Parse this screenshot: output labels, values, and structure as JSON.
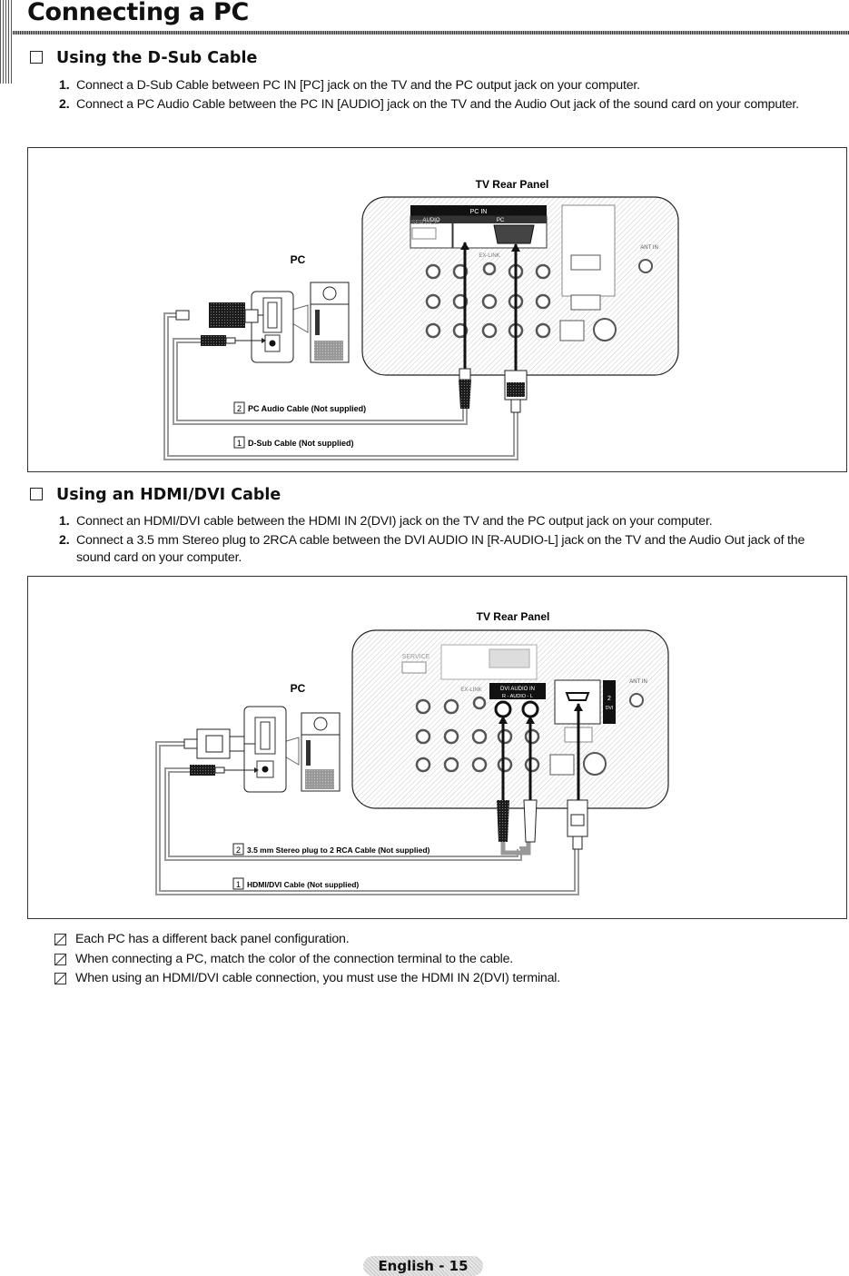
{
  "page": {
    "title": "Connecting a PC",
    "footer": "English - 15"
  },
  "sections": [
    {
      "heading": "Using the D-Sub Cable",
      "steps": [
        {
          "num": "1.",
          "text": "Connect a D-Sub Cable between PC IN [PC] jack on the TV and the PC output jack on your computer."
        },
        {
          "num": "2.",
          "text": "Connect a PC Audio Cable between the PC IN [AUDIO] jack on the TV and the Audio Out jack of the sound card on your computer."
        }
      ],
      "diagram": {
        "tv_label": "TV Rear Panel",
        "pc_label": "PC",
        "port_labels": {
          "top": "PC IN",
          "left": "AUDIO",
          "right": "PC",
          "service": "SERVICE",
          "antenna": "ANT IN",
          "exlink": "EX-LINK"
        },
        "cables": [
          {
            "num": "2",
            "label": "PC Audio Cable (Not supplied)"
          },
          {
            "num": "1",
            "label": "D-Sub Cable (Not supplied)"
          }
        ]
      }
    },
    {
      "heading": "Using an HDMI/DVI Cable",
      "steps": [
        {
          "num": "1.",
          "text": "Connect an HDMI/DVI cable between the HDMI IN 2(DVI) jack on the TV and the PC output jack on your computer."
        },
        {
          "num": "2.",
          "text": "Connect a 3.5 mm Stereo plug to 2RCA cable between the DVI AUDIO IN [R-AUDIO-L] jack on the TV and the Audio Out jack of the sound card on your computer."
        }
      ],
      "diagram": {
        "tv_label": "TV Rear Panel",
        "pc_label": "PC",
        "port_labels": {
          "top": "DVI AUDIO IN",
          "sub": "R - AUDIO - L",
          "service": "SERVICE",
          "antenna": "ANT IN",
          "exlink": "EX-LINK",
          "hdmi_num": "2",
          "hdmi_sub": "DVI"
        },
        "cables": [
          {
            "num": "2",
            "label": "3.5 mm Stereo plug to 2 RCA Cable (Not supplied)"
          },
          {
            "num": "1",
            "label": "HDMI/DVI Cable (Not supplied)"
          }
        ]
      }
    }
  ],
  "notes": [
    "Each PC has a different back panel configuration.",
    "When connecting a PC, match the color of the connection terminal to the cable.",
    "When using an HDMI/DVI cable connection, you must use the HDMI IN 2(DVI) terminal."
  ],
  "colors": {
    "cable": "#9a9a9a",
    "dark": "#1a1a1a",
    "shade": "#d9d9d9"
  },
  "icons": [
    "checkbox-icon",
    "note-icon"
  ]
}
